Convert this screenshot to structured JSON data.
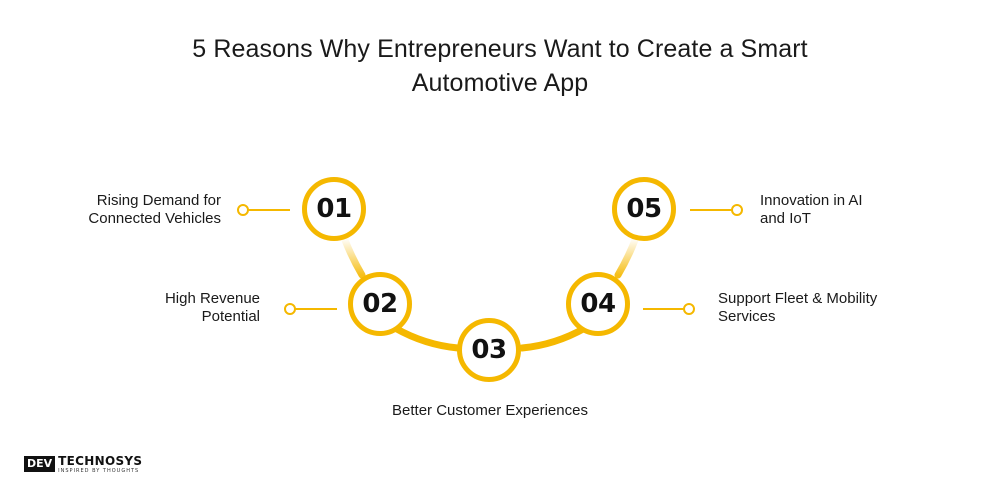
{
  "title": {
    "line1": "5 Reasons Why Entrepreneurs Want to Create a Smart",
    "line2": "Automotive App"
  },
  "steps": [
    {
      "number": "01",
      "label_line1": "Rising Demand for",
      "label_line2": "Connected Vehicles"
    },
    {
      "number": "02",
      "label_line1": "High Revenue",
      "label_line2": "Potential"
    },
    {
      "number": "03",
      "label_line1": "Better Customer Experiences",
      "label_line2": ""
    },
    {
      "number": "04",
      "label_line1": "Support Fleet & Mobility",
      "label_line2": "Services"
    },
    {
      "number": "05",
      "label_line1": "Innovation in AI",
      "label_line2": "and IoT"
    }
  ],
  "logo": {
    "badge": "DEV",
    "word": "TECHNOSYS",
    "tagline": "INSPIRED BY THOUGHTS"
  },
  "colors": {
    "accent": "#f5b800",
    "text": "#1a1a1a",
    "background": "#ffffff"
  }
}
